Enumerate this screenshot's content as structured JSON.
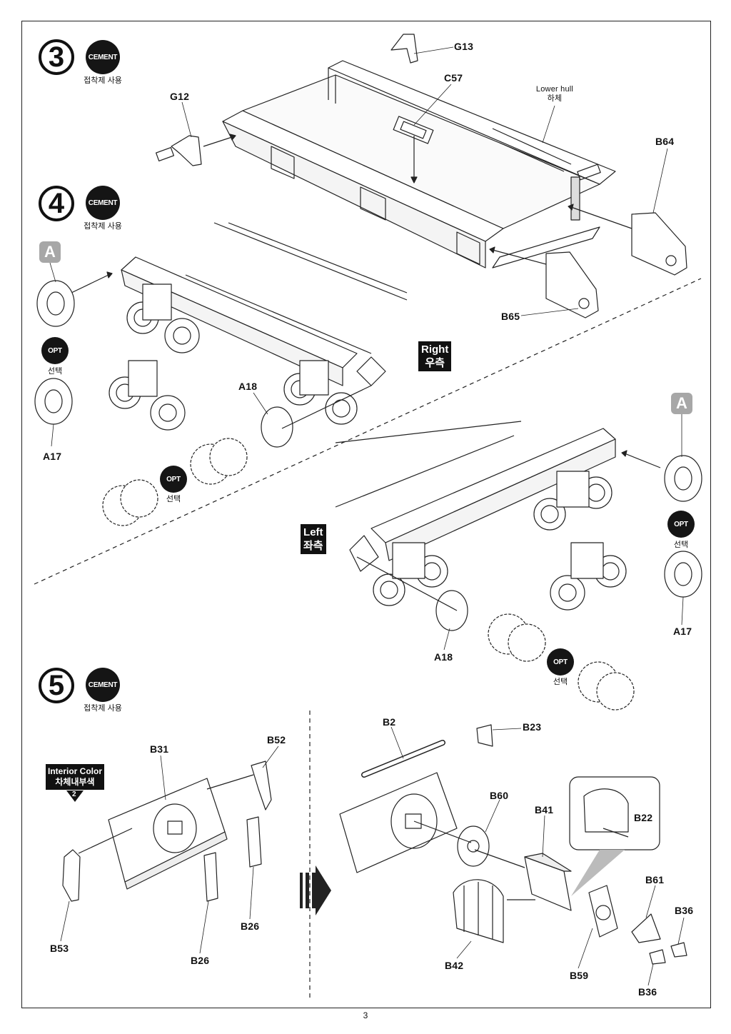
{
  "steps": [
    {
      "number": "3",
      "badge": "CEMENT",
      "caption": "접착제 사용"
    },
    {
      "number": "4",
      "badge": "CEMENT",
      "caption": "접착제 사용"
    },
    {
      "number": "5",
      "badge": "CEMENT",
      "caption": "접착제 사용"
    }
  ],
  "parts": {
    "G13": "G13",
    "C57": "C57",
    "G12": "G12",
    "B64": "B64",
    "B65": "B65",
    "A18": "A18",
    "A17": "A17",
    "B2": "B2",
    "B23": "B23",
    "B31": "B31",
    "B52": "B52",
    "B60": "B60",
    "B41": "B41",
    "B22": "B22",
    "B61": "B61",
    "B36": "B36",
    "B53": "B53",
    "B26": "B26",
    "B42": "B42",
    "B59": "B59"
  },
  "lower_hull": {
    "en": "Lower hull",
    "ko": "하체"
  },
  "opt": {
    "badge": "OPT",
    "caption": "선택"
  },
  "tag_a": "A",
  "right": {
    "en": "Right",
    "ko": "우측"
  },
  "left": {
    "en": "Left",
    "ko": "좌측"
  },
  "interior": {
    "en": "Interior Color",
    "ko": "차체내부색",
    "number": "2"
  },
  "page_number": "3"
}
